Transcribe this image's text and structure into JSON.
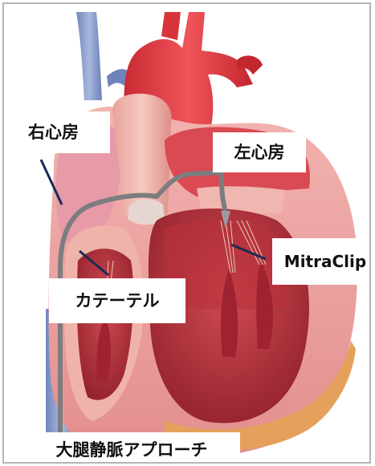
{
  "labels": {
    "right_atrium": "右心房",
    "left_atrium": "左心房",
    "mitraclip": "MitraClip",
    "catheter": "カテーテル",
    "approach": "大腿静脈アプローチ"
  },
  "colors": {
    "pointer_line": "#1a2a57",
    "vein_blue": "#7f95c8",
    "aorta_red": "#d8343b",
    "muscle_red": "#b8303a",
    "wall_pink": "#eaa3a2",
    "catheter_gray": "#7d7d80"
  }
}
